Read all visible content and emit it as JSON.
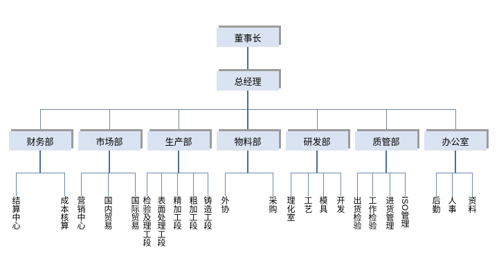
{
  "org": {
    "root": {
      "label": "董事长"
    },
    "gm": {
      "label": "总经理"
    },
    "departments": [
      {
        "label": "财务部",
        "children": [
          {
            "label": "结算中心"
          },
          {
            "label": "成本核算"
          }
        ]
      },
      {
        "label": "市场部",
        "children": [
          {
            "label": "营销中心"
          },
          {
            "label": "国内贸易"
          },
          {
            "label": "国际贸易"
          }
        ]
      },
      {
        "label": "生产部",
        "children": [
          {
            "label": "检验及理工段"
          },
          {
            "label": "表面处理工段"
          },
          {
            "label": "精加工段"
          },
          {
            "label": "粗加工段"
          },
          {
            "label": "铸造工段"
          }
        ]
      },
      {
        "label": "物料部",
        "children": [
          {
            "label": "外协"
          },
          {
            "label": "采购"
          }
        ]
      },
      {
        "label": "研发部",
        "children": [
          {
            "label": "理化室"
          },
          {
            "label": "工艺"
          },
          {
            "label": "模具"
          },
          {
            "label": "开发"
          }
        ]
      },
      {
        "label": "质管部",
        "children": [
          {
            "label": "出货检验"
          },
          {
            "label": "工作检验"
          },
          {
            "label": "进货管理"
          },
          {
            "label": "ISO管理"
          }
        ]
      },
      {
        "label": "办公室",
        "children": [
          {
            "label": "后勤"
          },
          {
            "label": "人事"
          },
          {
            "label": "资料"
          }
        ]
      }
    ]
  },
  "colors": {
    "background": "#ffffff",
    "box_fill": "#dae3f1",
    "box_shadow": "#9b9b9b",
    "connector": "#6e86a9",
    "connector_dark": "#4b6c96",
    "text": "#000000"
  }
}
